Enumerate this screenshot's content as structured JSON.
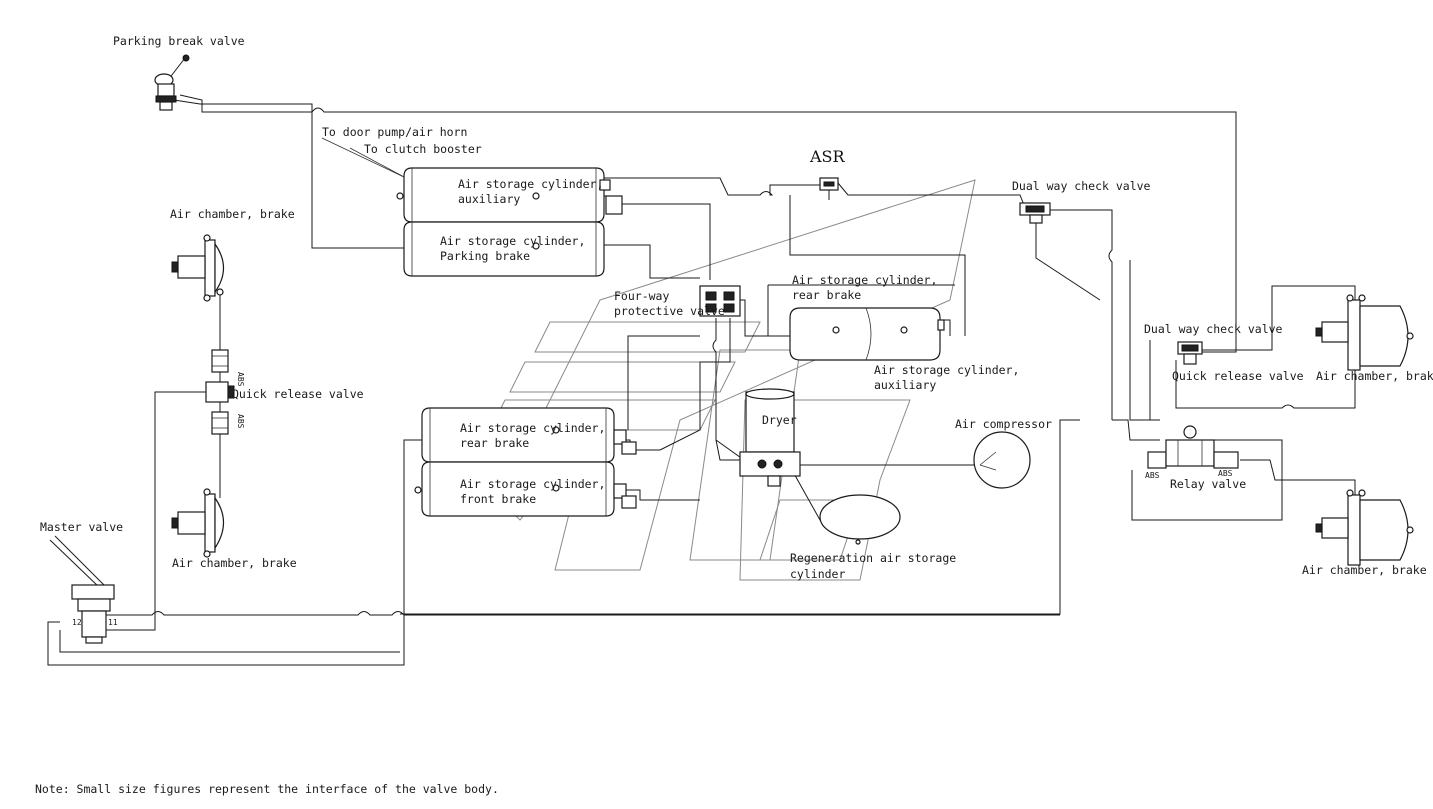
{
  "labels": {
    "parking_brake_valve": "Parking break valve",
    "to_door_pump": "To door pump/air horn",
    "to_clutch_booster": "To clutch booster",
    "asr": "ASR",
    "dual_way_check_valve_top": "Dual way check valve",
    "air_chamber_brake_left_top": "Air chamber, brake",
    "tank_aux_top_line1": "Air storage cylinder,",
    "tank_aux_top_line2": "auxiliary",
    "tank_parking_line1": "Air storage cylinder,",
    "tank_parking_line2": "Parking brake",
    "four_way_line1": "Four-way",
    "four_way_line2": "protective valve",
    "tank_rear_mid_line1": "Air storage cylinder,",
    "tank_rear_mid_line2": "rear brake",
    "tank_aux_mid_line1": "Air storage cylinder,",
    "tank_aux_mid_line2": "auxiliary",
    "dual_way_check_valve_right": "Dual way check valve",
    "quick_release_valve_right": "Quick release valve",
    "air_chamber_brake_right_top": "Air chamber, brake",
    "abs_label_1": "ABS",
    "abs_label_2": "ABS",
    "quick_release_valve_left": "Quick release valve",
    "dryer": "Dryer",
    "air_compressor": "Air compressor",
    "tank_rear_low_line1": "Air storage cylinder,",
    "tank_rear_low_line2": "rear brake",
    "tank_front_line1": "Air storage cylinder,",
    "tank_front_line2": "front brake",
    "relay_valve": "Relay valve",
    "abs_relay_left": "ABS",
    "abs_relay_right": "ABS",
    "regen_line1": "Regeneration air storage",
    "regen_line2": "cylinder",
    "master_valve": "Master valve",
    "air_chamber_brake_left_bottom": "Air chamber, brake",
    "air_chamber_brake_right_bottom": "Air chamber, brake",
    "note": "Note: Small size figures represent the interface of the valve body."
  }
}
